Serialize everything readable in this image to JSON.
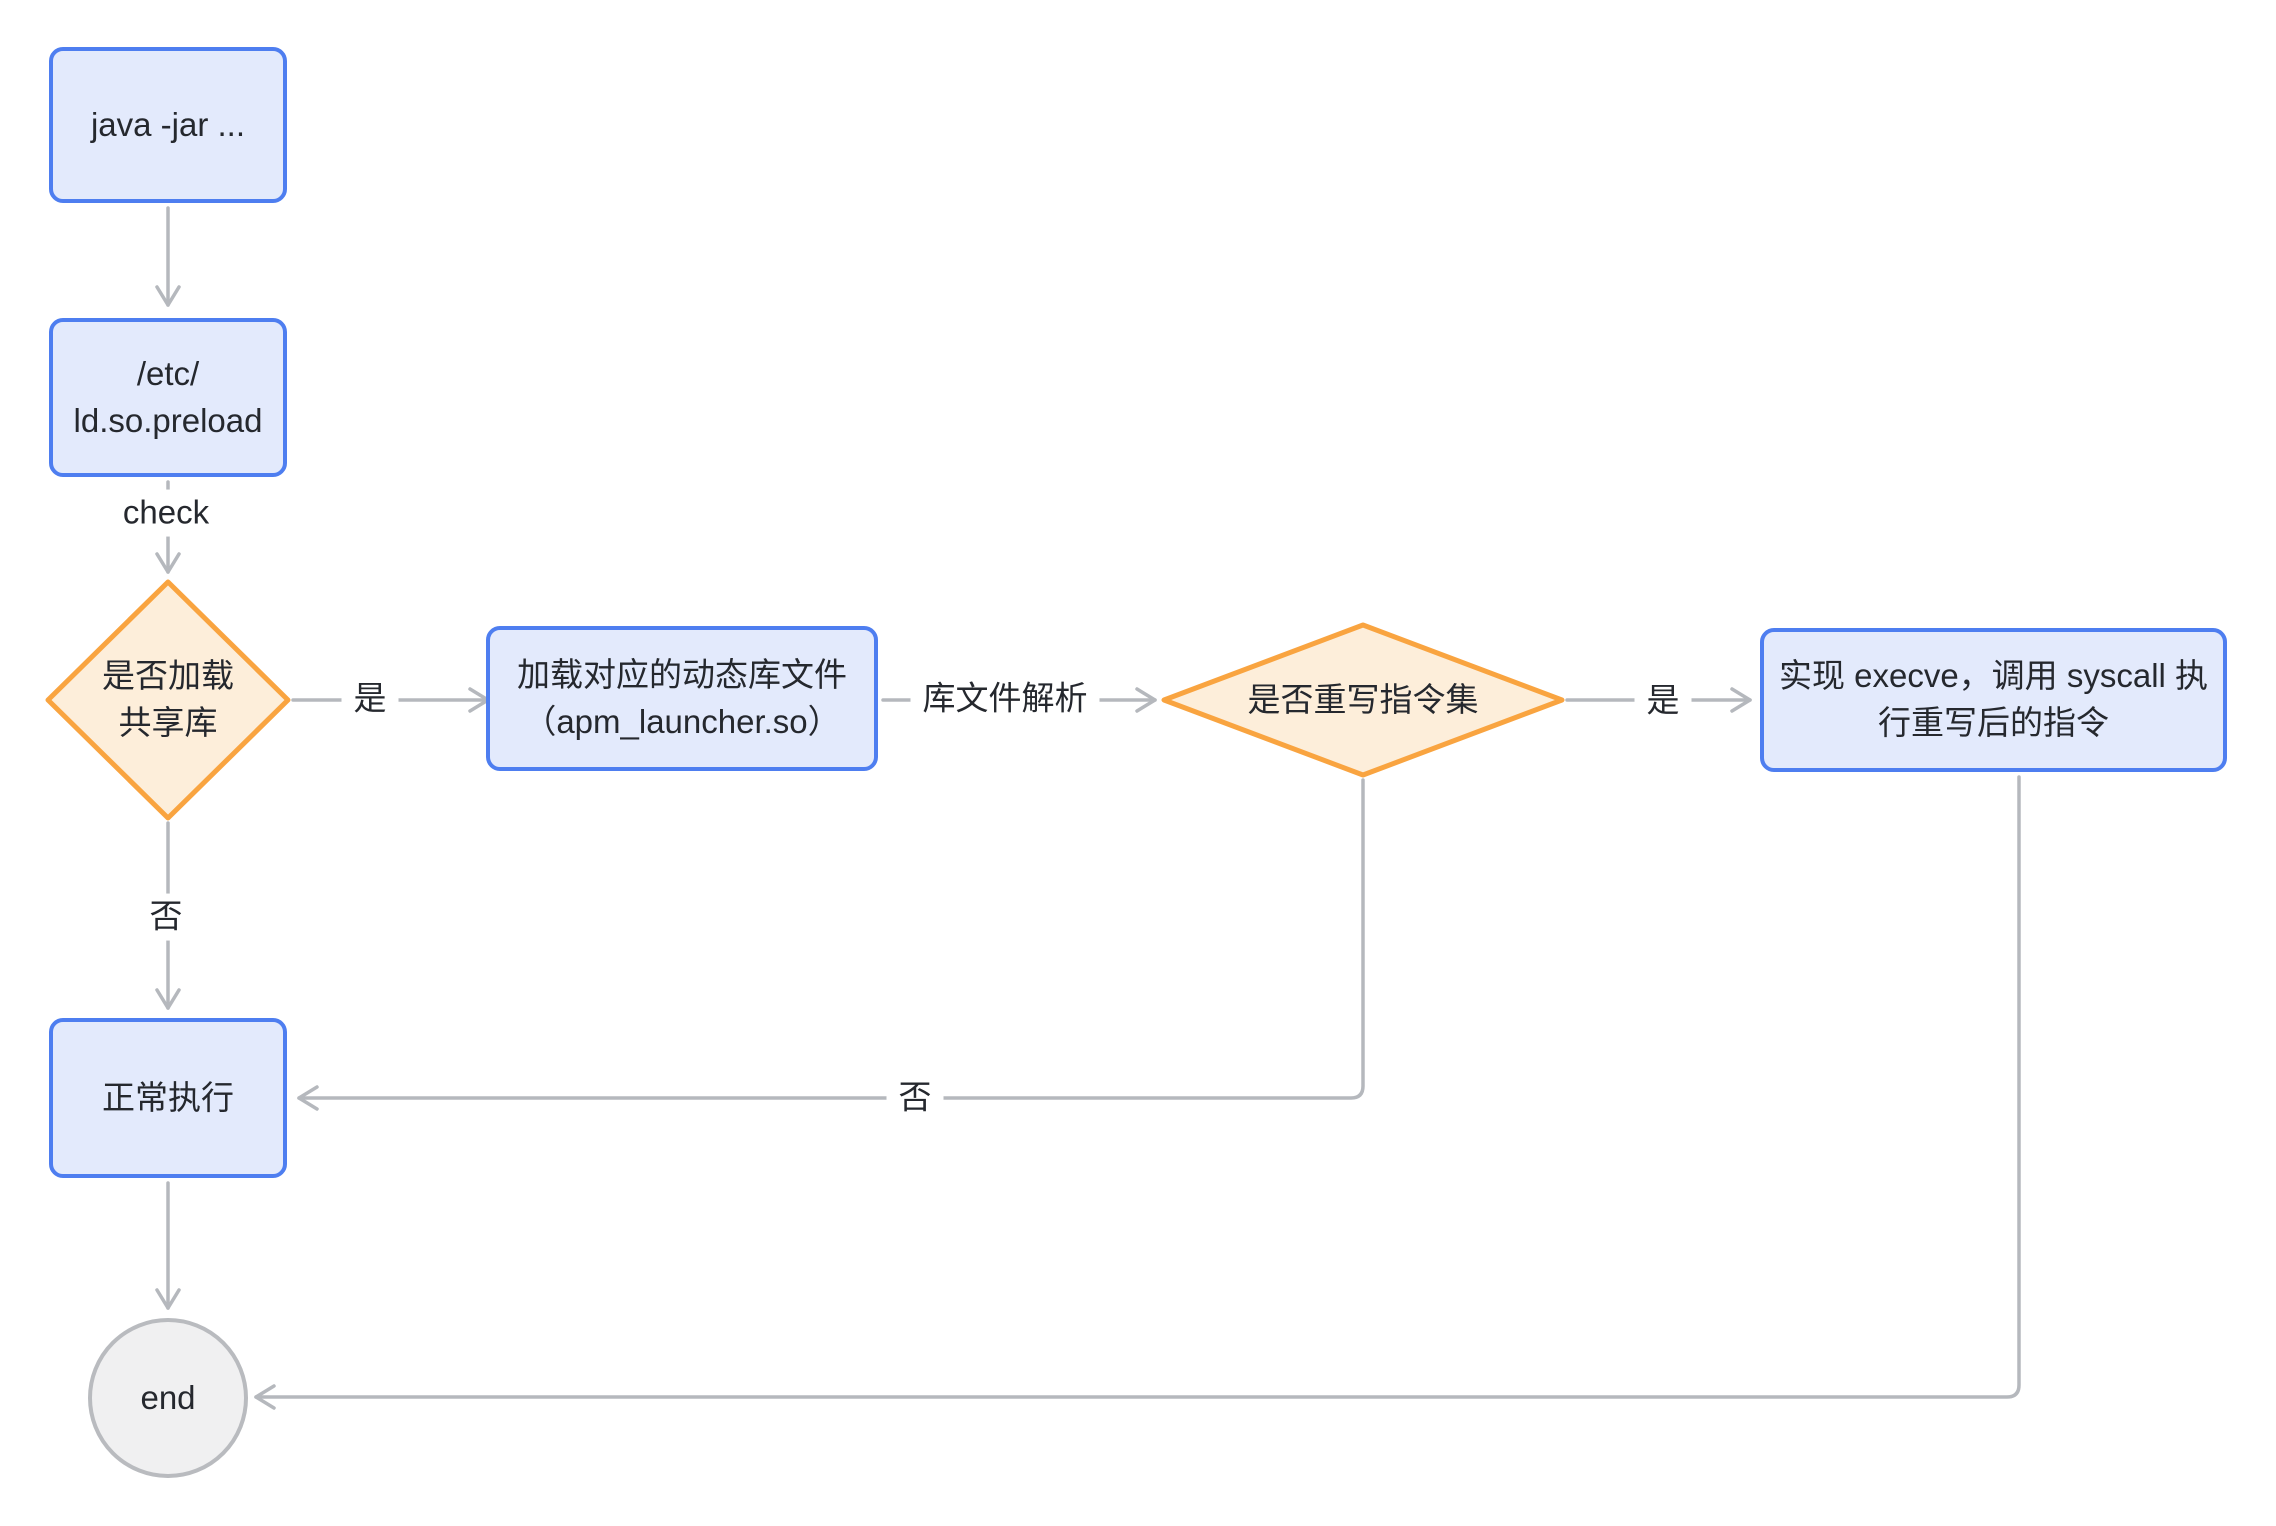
{
  "diagram": {
    "type": "flowchart",
    "background": "#ffffff",
    "colors": {
      "process_fill": "#e3eafc",
      "process_border": "#4e7ef0",
      "decision_fill": "#fdeeda",
      "decision_border": "#f9a440",
      "edge_stroke": "#b5b8bd",
      "terminal_fill": "#f0f0f1",
      "terminal_border": "#b9bbbf",
      "text": "#25282e"
    },
    "nodes": {
      "java_jar": {
        "type": "process",
        "label": "java -jar ..."
      },
      "preload": {
        "type": "process",
        "label": "/etc/\nld.so.preload"
      },
      "load_shared": {
        "type": "decision",
        "label": "是否加载\n共享库"
      },
      "load_lib": {
        "type": "process",
        "label": "加载对应的动态库文件\n（apm_launcher.so）"
      },
      "rewrite_inst": {
        "type": "decision",
        "label": "是否重写指令集"
      },
      "exec_rewrite": {
        "type": "process",
        "label": "实现 execve，调用 syscall 执\n行重写后的指令"
      },
      "normal_exec": {
        "type": "process",
        "label": "正常执行"
      },
      "end": {
        "type": "terminal",
        "label": "end"
      }
    },
    "edge_labels": {
      "check": "check",
      "yes1": "是",
      "lib_parse": "库文件解析",
      "yes2": "是",
      "no1": "否",
      "no2": "否"
    }
  }
}
